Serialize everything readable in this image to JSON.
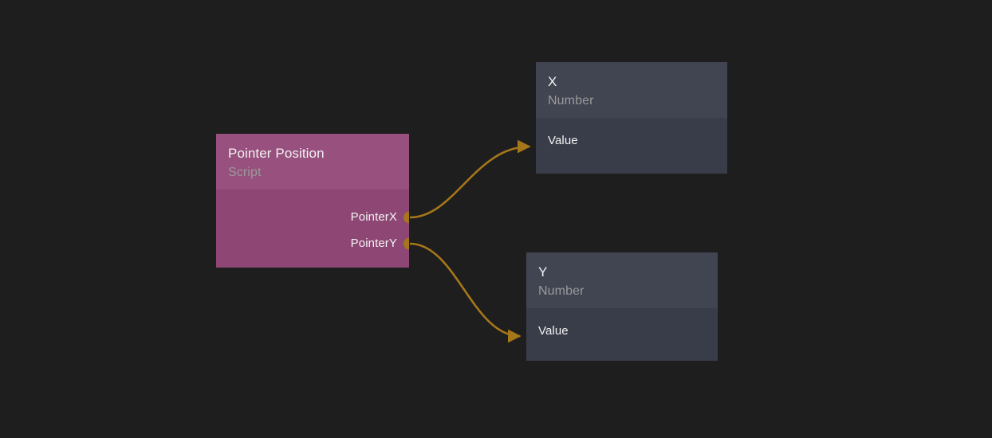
{
  "canvas": {
    "background_color": "#1e1e1e",
    "name": "node-graph-canvas"
  },
  "theme": {
    "script_node_body": "#8e4775",
    "script_node_header": "#98507e",
    "value_node_body": "#393d49",
    "value_node_header": "#414552",
    "connector_color": "#a5761a",
    "edge_color": "#a5761a",
    "title_text_color": "#f2f2f2",
    "subtitle_text_color": "#9a9a9a"
  },
  "nodes": [
    {
      "id": "pointer-position",
      "title": "Pointer Position",
      "subtitle": "Script",
      "outputs": [
        {
          "label": "PointerX"
        },
        {
          "label": "PointerY"
        }
      ],
      "inputs": []
    },
    {
      "id": "x-number",
      "title": "X",
      "subtitle": "Number",
      "outputs": [],
      "inputs": [
        {
          "label": "Value"
        }
      ]
    },
    {
      "id": "y-number",
      "title": "Y",
      "subtitle": "Number",
      "outputs": [],
      "inputs": [
        {
          "label": "Value"
        }
      ]
    }
  ],
  "edges": [
    {
      "id": "edge-pointerx-to-x-value",
      "from_node": "pointer-position",
      "from_port": "PointerX",
      "to_node": "x-number",
      "to_port": "Value"
    },
    {
      "id": "edge-pointery-to-y-value",
      "from_node": "pointer-position",
      "from_port": "PointerY",
      "to_node": "y-number",
      "to_port": "Value"
    }
  ]
}
